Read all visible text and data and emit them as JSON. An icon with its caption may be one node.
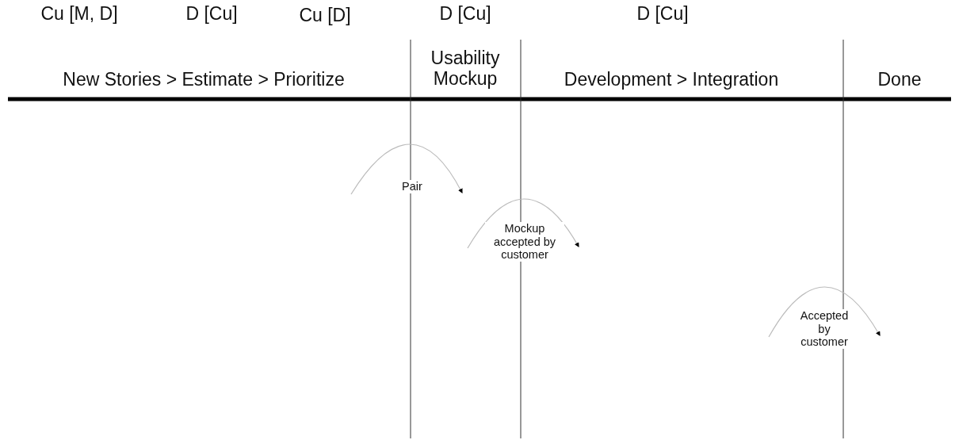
{
  "diagram": {
    "labels": [
      "Cu [M, D]",
      "D [Cu]",
      "Cu [D]",
      "D [Cu]",
      "D [Cu]",
      "New Stories > Estimate > Prioritize",
      "Usability Mockup",
      "Development > Integration",
      "Done",
      "Pair",
      "Mockup accepted by customer",
      "Accepted by customer"
    ]
  }
}
